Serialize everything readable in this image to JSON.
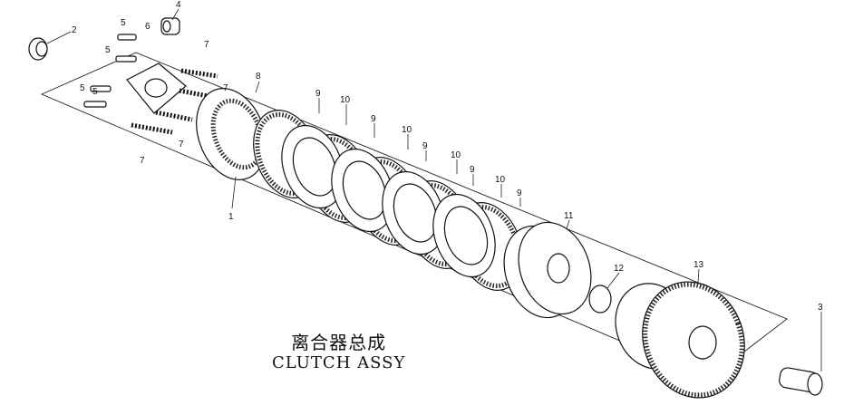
{
  "title": {
    "chinese": "离合器总成",
    "english": "CLUTCH ASSY"
  },
  "callouts": {
    "c1": "1",
    "c2": "2",
    "c3": "3",
    "c4": "4",
    "c5a": "5",
    "c5b": "5",
    "c5c": "5",
    "c5d": "5",
    "c6": "6",
    "c7a": "7",
    "c7b": "7",
    "c7c": "7",
    "c7d": "7",
    "c8": "8",
    "c9a": "9",
    "c9b": "9",
    "c9c": "9",
    "c9d": "9",
    "c9e": "9",
    "c10a": "10",
    "c10b": "10",
    "c10c": "10",
    "c10d": "10",
    "c11": "11",
    "c12": "12",
    "c13": "13"
  }
}
